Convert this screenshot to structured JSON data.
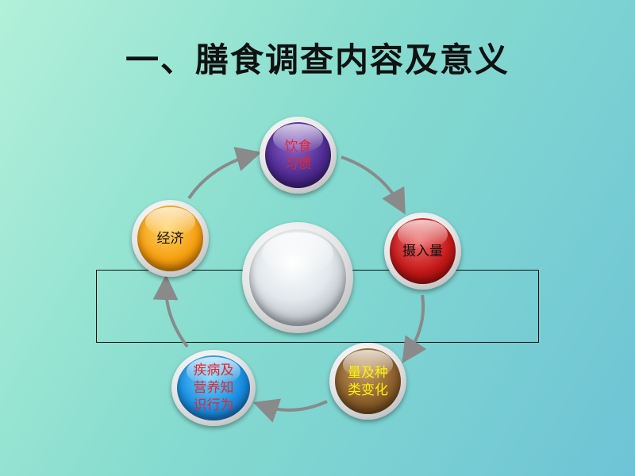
{
  "title": "一、膳食调查内容及意义",
  "nodes": {
    "yinshi": {
      "label": "饮食\n习惯",
      "color": "#e8252b"
    },
    "sheru": {
      "label": "摄入量",
      "color": "#111111"
    },
    "liangji": {
      "label": "量及种\n类变化",
      "color": "#fff200"
    },
    "jibing": {
      "label": "疾病及\n营养知\n识行为",
      "color": "#e8252b"
    },
    "jingji": {
      "label": "经济",
      "color": "#111111"
    },
    "center": {
      "label": ""
    }
  },
  "arrow_color": "#8a8a8a"
}
